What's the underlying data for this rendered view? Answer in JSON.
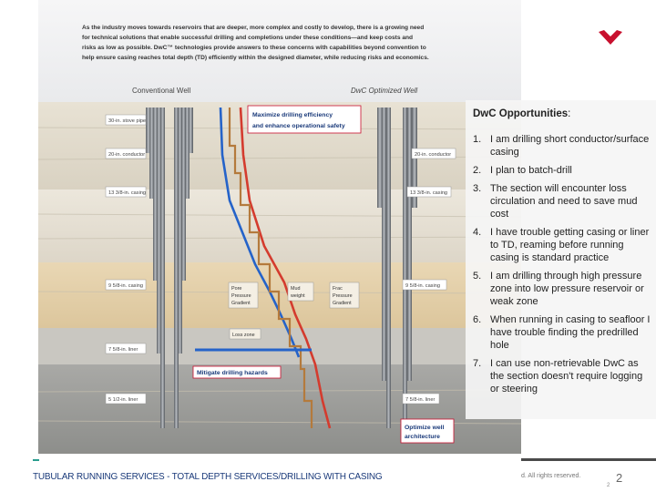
{
  "figure": {
    "intro": [
      "As the industry moves towards reservoirs that are deeper, more complex and costly to develop, there is a growing need",
      "for technical solutions that enable successful drilling and completions under these conditions—and keep costs and",
      "risks as low as possible. DwC™ technologies provide answers to these concerns with capabilities beyond convention to",
      "help ensure casing reaches total depth (TD) efficiently within the designed diameter, while reducing risks and economics."
    ],
    "conventional_label": "Conventional Well",
    "optimized_label": "DwC Optimized Well",
    "callout_top": [
      "Maximize drilling efficiency",
      "and enhance operational safety"
    ],
    "callout_mid": "Mitigate drilling hazards",
    "callout_bottom": [
      "Optimize well",
      "architecture"
    ],
    "left_casings": [
      "30-in. stove pipe",
      "20-in. conductor",
      "13 3/8-in. casing",
      "9 5/8-in. casing",
      "7 5/8-in. liner",
      "5 1/2-in. liner"
    ],
    "right_casings": [
      "20-in. conductor",
      "13 3/8-in. casing",
      "9 5/8-in. casing",
      "7 5/8-in. liner"
    ],
    "pore_label": [
      "Pore",
      "Pressure",
      "Gradient"
    ],
    "mud_label": [
      "Mud",
      "weight"
    ],
    "frac_label": [
      "Frac",
      "Pressure",
      "Gradient"
    ],
    "loss_zone": "Loss zone"
  },
  "panel": {
    "title_bold": "DwC Opportunities",
    "title_suffix": ":",
    "items": [
      {
        "num": "1.",
        "text": "I am drilling short conductor/surface casing"
      },
      {
        "num": "2.",
        "text": "I plan to batch-drill"
      },
      {
        "num": "3.",
        "text": "The section will encounter loss circulation and need to save mud cost"
      },
      {
        "num": "4.",
        "text": "I have trouble getting casing or liner to TD, reaming before running casing is standard practice"
      },
      {
        "num": "5.",
        "text": "I am drilling through high pressure zone into low pressure reservoir or weak zone"
      },
      {
        "num": "6.",
        "text": "When running in casing to seafloor I have trouble finding the predrilled hole"
      },
      {
        "num": "7.",
        "text": "I can use non-retrievable DwC as the section doesn't require logging or steering"
      }
    ]
  },
  "footer": {
    "text": "TUBULAR RUNNING SERVICES - TOTAL DEPTH SERVICES/DRILLING WITH CASING",
    "copyright": "d. All rights reserved.",
    "page": "2",
    "page_small": "2"
  },
  "colors": {
    "brand": "#c8102e",
    "footer_text": "#1a3a7a",
    "pore": "#2563c9",
    "frac": "#d43b2e",
    "mud": "#b47a3c"
  }
}
